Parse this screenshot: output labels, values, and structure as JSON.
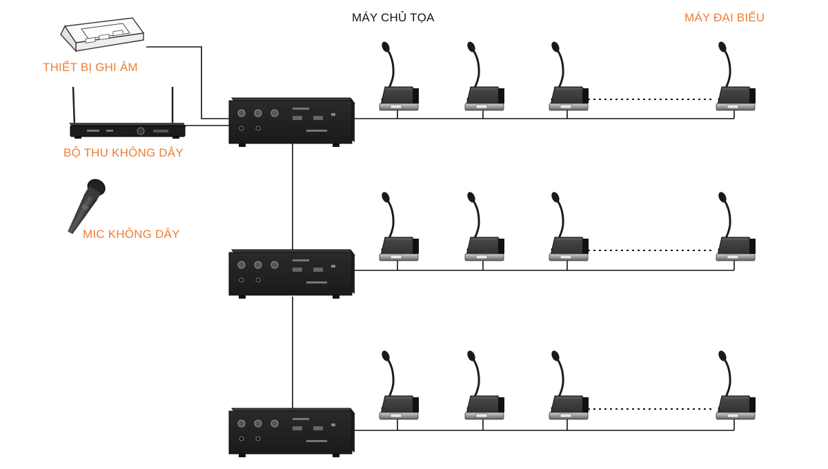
{
  "labels": {
    "chair_unit": "MÁY CHỦ TỌA",
    "delegate_unit": "MÁY ĐẠI BIỂU",
    "recorder": "THIẾT BỊ GHI ÂM",
    "wireless_receiver": "BỘ THU KHÔNG DÂY",
    "wireless_mic": "MIC KHÔNG DÂY"
  },
  "colors": {
    "label_accent": "#ee7d31",
    "label_dark": "#111111",
    "wire": "#111111",
    "unit_body": "#2b2b2b"
  },
  "icons": {
    "recorder": "recorder-icon",
    "wireless_receiver": "wireless-receiver-icon",
    "wireless_mic": "handheld-mic-icon",
    "central_unit": "central-unit-icon",
    "conference_unit": "gooseneck-mic-unit-icon"
  }
}
